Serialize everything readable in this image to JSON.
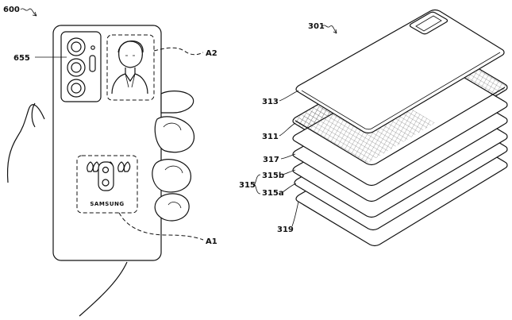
{
  "figure": {
    "left": {
      "ref_600": "600",
      "ref_655": "655",
      "ref_A2": "A2",
      "ref_A1": "A1",
      "brand": "SAMSUNG"
    },
    "right": {
      "ref_301": "301",
      "ref_313": "313",
      "ref_311": "311",
      "ref_317": "317",
      "ref_315": "315",
      "ref_315b": "315b",
      "ref_315a": "315a",
      "ref_319": "319"
    }
  }
}
